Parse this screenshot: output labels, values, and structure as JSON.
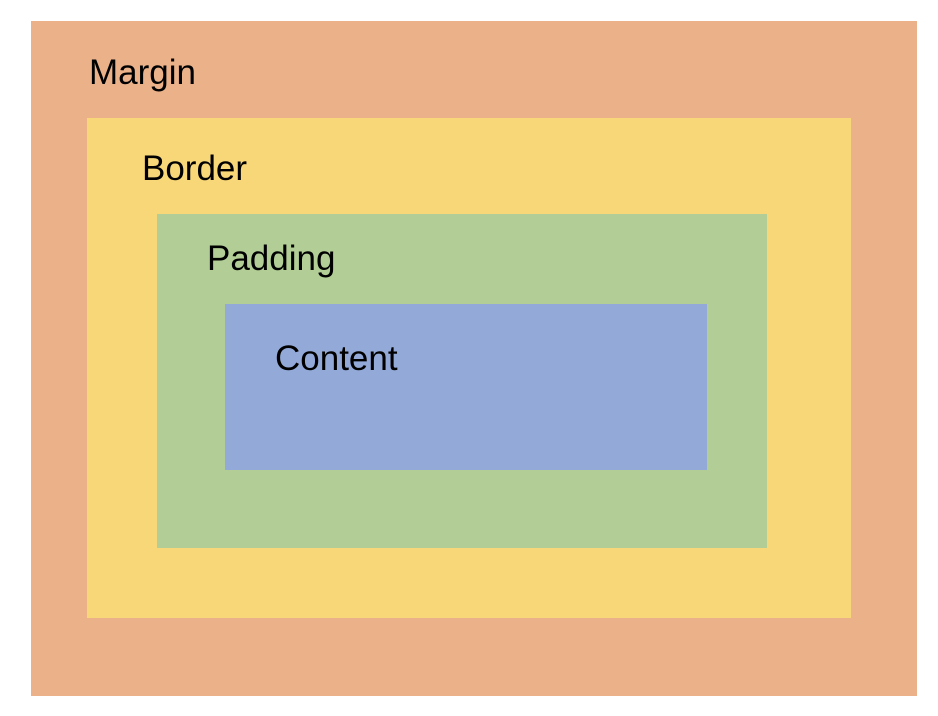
{
  "layers": {
    "margin": {
      "label": "Margin",
      "color": "#EBB28A"
    },
    "border": {
      "label": "Border",
      "color": "#F8D778"
    },
    "padding": {
      "label": "Padding",
      "color": "#B2CD95"
    },
    "content": {
      "label": "Content",
      "color": "#93AAD8"
    }
  }
}
